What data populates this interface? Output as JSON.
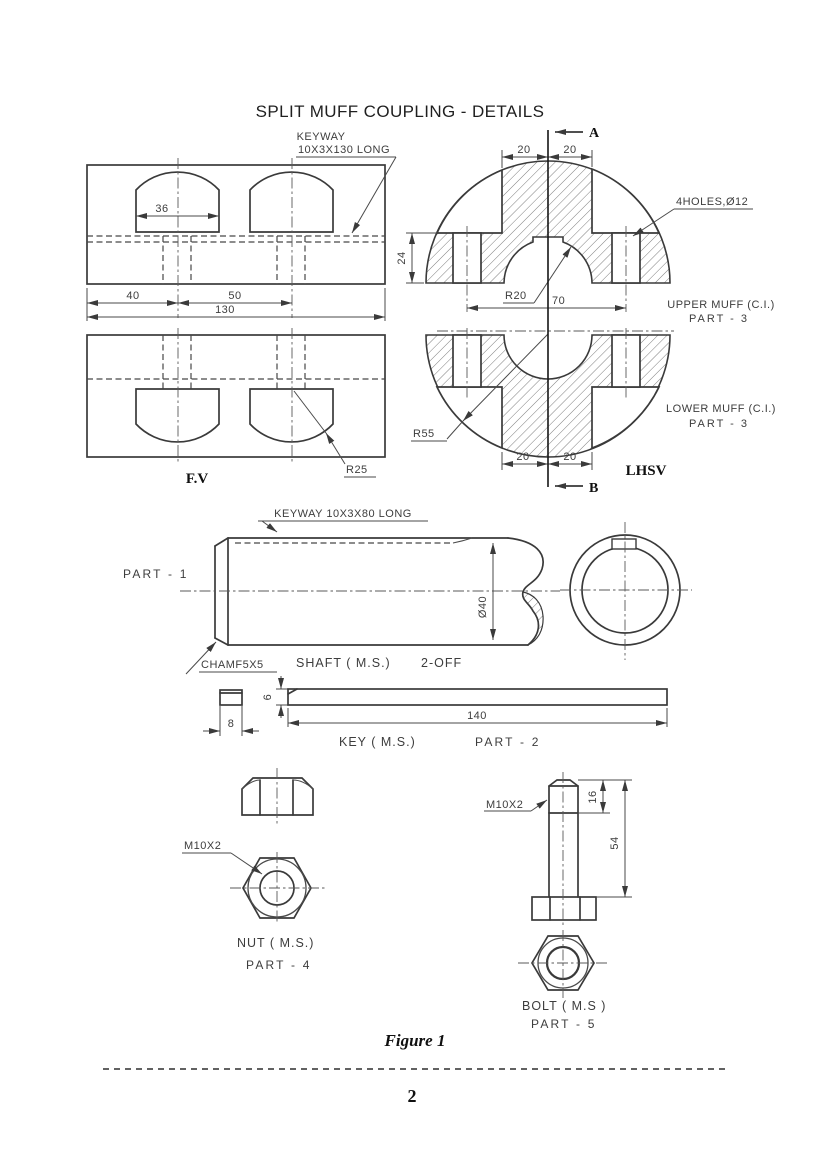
{
  "colors": {
    "ink": "#3a3a3a",
    "paper": "#ffffff"
  },
  "page": {
    "title": "SPLIT MUFF COUPLING - DETAILS",
    "figure_caption": "Figure 1",
    "page_number": "2"
  },
  "front_view": {
    "label": "F.V",
    "keyway_note_line1": "KEYWAY",
    "keyway_note_line2": "10X3X130 LONG",
    "dims": {
      "boss_width": "36",
      "left_hole": "40",
      "hole_spacing": "50",
      "overall_length": "130",
      "boss_radius": "R25"
    }
  },
  "side_view": {
    "label": "LHSV",
    "section_mark_top": "A",
    "section_mark_bottom": "B",
    "holes_note": "4HOLES,Ø12",
    "upper_muff_title": "UPPER MUFF (C.I.)",
    "upper_muff_part": "PART - 3",
    "lower_muff_title": "LOWER MUFF (C.I.)",
    "lower_muff_part": "PART - 3",
    "dims": {
      "top_left": "20",
      "top_right": "20",
      "flange_depth": "24",
      "bore_radius": "R20",
      "hole_span": "70",
      "outer_radius": "R55",
      "bottom_left": "20",
      "bottom_right": "20"
    }
  },
  "shaft": {
    "part": "PART - 1",
    "keyway_note": "KEYWAY 10X3X80 LONG",
    "chamfer_note": "CHAMF5X5",
    "title": "SHAFT ( M.S.)",
    "quantity": "2-OFF",
    "dims": {
      "diameter": "Ø40"
    }
  },
  "key": {
    "title": "KEY ( M.S.)",
    "part": "PART - 2",
    "dims": {
      "width": "8",
      "thickness": "6",
      "length": "140"
    }
  },
  "nut": {
    "title": "NUT ( M.S.)",
    "part": "PART - 4",
    "thread_note": "M10X2"
  },
  "bolt": {
    "title": "BOLT ( M.S )",
    "part": "PART - 5",
    "thread_note": "M10X2",
    "dims": {
      "thread_length": "16",
      "shank_length": "54"
    }
  }
}
